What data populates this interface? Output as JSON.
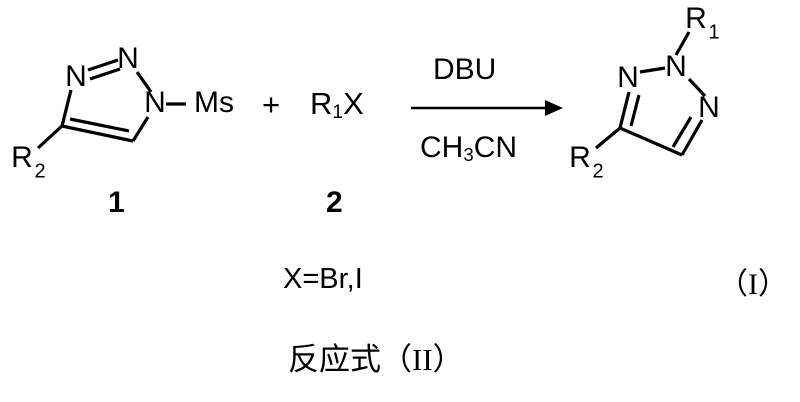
{
  "scheme": {
    "caption": "反应式",
    "caption_roman": "（II）",
    "formula_label": "（I）",
    "plus": "+",
    "halide_note": "X=Br,I"
  },
  "reactant": {
    "compound_number": "1",
    "ring_atoms": {
      "n1": "N",
      "n2": "N",
      "n3": "N"
    },
    "substituent_n1": "Ms",
    "substituent_c4": "R",
    "substituent_c4_sub": "2"
  },
  "reagent": {
    "compound_number": "2",
    "label": "R",
    "label_sub": "1",
    "halide": "X"
  },
  "conditions": {
    "above": "DBU",
    "below": "CH",
    "below_sub": "3",
    "below_tail": "CN"
  },
  "product": {
    "ring_atoms": {
      "n1": "N",
      "n2": "N",
      "n3": "N"
    },
    "substituent_n2": "R",
    "substituent_n2_sub": "1",
    "substituent_c4": "R",
    "substituent_c4_sub": "2"
  },
  "colors": {
    "ink": "#000000",
    "background": "#ffffff"
  }
}
